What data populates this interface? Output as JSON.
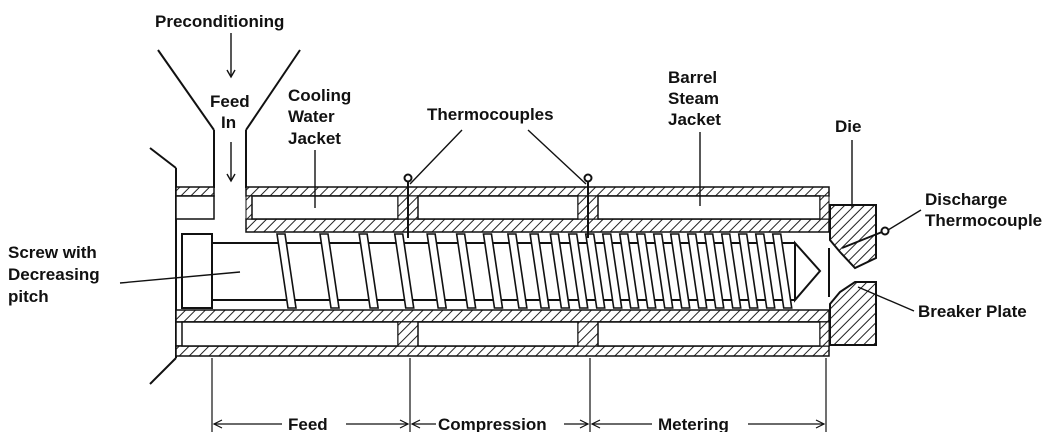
{
  "labels": {
    "preconditioning": "Preconditioning",
    "feed_in_1": "Feed",
    "feed_in_2": "In",
    "cooling_1": "Cooling",
    "cooling_2": "Water",
    "cooling_3": "Jacket",
    "thermocouples": "Thermocouples",
    "barrel_1": "Barrel",
    "barrel_2": "Steam",
    "barrel_3": "Jacket",
    "die": "Die",
    "discharge_1": "Discharge",
    "discharge_2": "Thermocouple",
    "screw_1": "Screw with",
    "screw_2": "Decreasing",
    "screw_3": "pitch",
    "breaker_plate": "Breaker Plate"
  },
  "zones": {
    "feed": "Feed",
    "compression": "Compression",
    "metering": "Metering"
  }
}
